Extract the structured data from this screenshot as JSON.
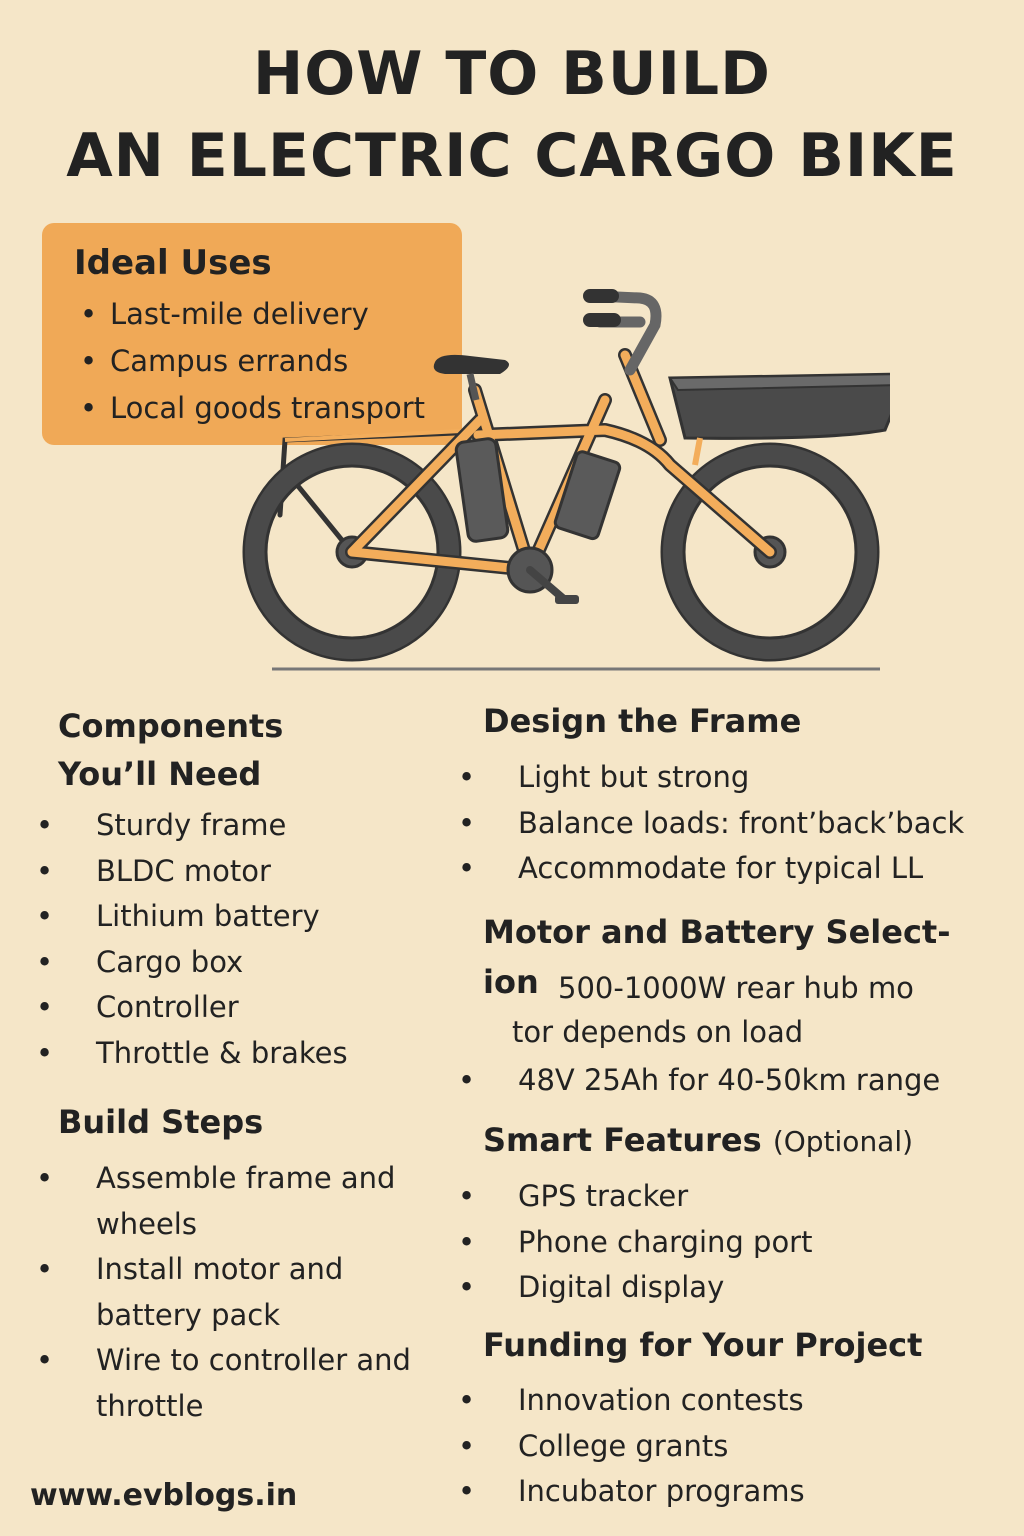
{
  "title": {
    "line1": "HOW TO BUILD",
    "line2": "AN ELECTRIC CARGO BIKE"
  },
  "ideal_uses": {
    "heading": "Ideal Uses",
    "items": [
      "Last-mile delivery",
      "Campus errands",
      "Local goods transport"
    ]
  },
  "components": {
    "heading_line1": "Components",
    "heading_line2": "You’ll Need",
    "items": [
      "Sturdy frame",
      "BLDC motor",
      "Lithium battery",
      "Cargo box",
      "Controller",
      "Throttle & brakes"
    ]
  },
  "build_steps": {
    "heading": "Build Steps",
    "items": [
      "Assemble frame and wheels",
      "Install motor and battery pack",
      "Wire to controller and throttle"
    ]
  },
  "design_frame": {
    "heading": "Design the Frame",
    "items": [
      "Light but strong",
      "Balance loads: front’back’back",
      "Accommodate for typical LL"
    ]
  },
  "motor_battery": {
    "heading_line1": "Motor and Battery Select-",
    "heading_line2": "ion",
    "first_item_part1": "500-1000W rear hub mo",
    "first_item_part2": "tor depends on load",
    "items": [
      "48V 25Ah for 40-50km range"
    ]
  },
  "smart_features": {
    "heading": "Smart Features",
    "heading_suffix": "(Optional)",
    "items": [
      "GPS tracker",
      "Phone charging port",
      "Digital display"
    ]
  },
  "funding": {
    "heading": "Funding for Your Project",
    "items": [
      "Innovation contests",
      "College grants",
      "Incubator programs"
    ]
  },
  "footer": {
    "website": "www.evblogs.in"
  },
  "colors": {
    "background": "#f5e6c8",
    "accent_box": "#f0a957",
    "frame": "#f3ad5b",
    "tire": "#4a4a4a",
    "text": "#222222"
  }
}
